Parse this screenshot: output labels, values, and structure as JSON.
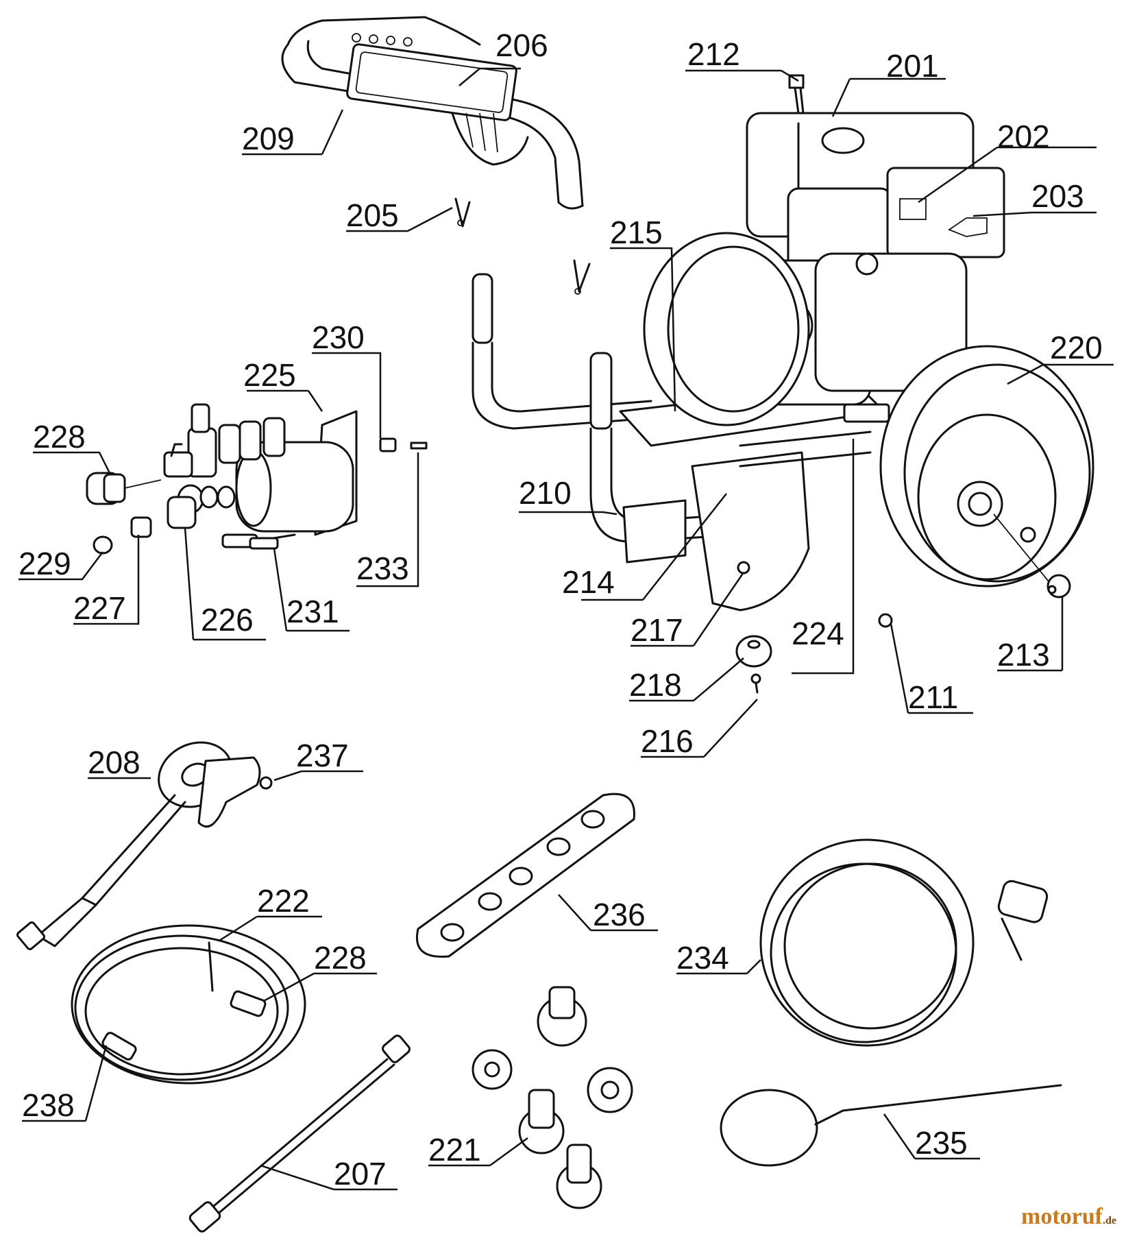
{
  "labels": [
    {
      "id": "201",
      "text": "201"
    },
    {
      "id": "202",
      "text": "202"
    },
    {
      "id": "203",
      "text": "203"
    },
    {
      "id": "205",
      "text": "205"
    },
    {
      "id": "206",
      "text": "206"
    },
    {
      "id": "207",
      "text": "207"
    },
    {
      "id": "208",
      "text": "208"
    },
    {
      "id": "209",
      "text": "209"
    },
    {
      "id": "210",
      "text": "210"
    },
    {
      "id": "211",
      "text": "211"
    },
    {
      "id": "212",
      "text": "212"
    },
    {
      "id": "213",
      "text": "213"
    },
    {
      "id": "214",
      "text": "214"
    },
    {
      "id": "215",
      "text": "215"
    },
    {
      "id": "216",
      "text": "216"
    },
    {
      "id": "217",
      "text": "217"
    },
    {
      "id": "218",
      "text": "218"
    },
    {
      "id": "220",
      "text": "220"
    },
    {
      "id": "221",
      "text": "221"
    },
    {
      "id": "222",
      "text": "222"
    },
    {
      "id": "224",
      "text": "224"
    },
    {
      "id": "225",
      "text": "225"
    },
    {
      "id": "226",
      "text": "226"
    },
    {
      "id": "227",
      "text": "227"
    },
    {
      "id": "228a",
      "text": "228"
    },
    {
      "id": "228b",
      "text": "228"
    },
    {
      "id": "229",
      "text": "229"
    },
    {
      "id": "230",
      "text": "230"
    },
    {
      "id": "231",
      "text": "231"
    },
    {
      "id": "233",
      "text": "233"
    },
    {
      "id": "234",
      "text": "234"
    },
    {
      "id": "235",
      "text": "235"
    },
    {
      "id": "236",
      "text": "236"
    },
    {
      "id": "237",
      "text": "237"
    },
    {
      "id": "238",
      "text": "238"
    }
  ],
  "watermark": {
    "brand": "motoruf",
    "suffix": ".de"
  }
}
